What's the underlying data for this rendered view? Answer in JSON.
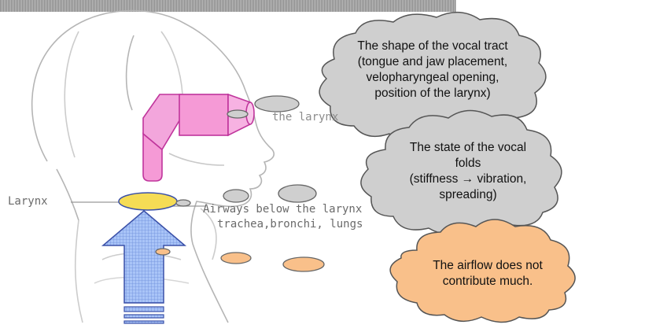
{
  "labels": {
    "larynx": "Larynx",
    "the_larynx": "the larynx",
    "airways_line1": "Airways below the larynx",
    "airways_line2": "trachea,bronchi, lungs"
  },
  "callouts": [
    {
      "lines": [
        "The shape of the vocal tract",
        "(tongue and jaw placement,",
        "velopharyngeal opening,",
        "position of the larynx)"
      ],
      "color": "#cfcfcf"
    },
    {
      "lines": [
        "The state of the vocal",
        "folds",
        "(stiffness → vibration,",
        "spreading)"
      ],
      "color": "#cfcfcf"
    },
    {
      "lines": [
        "The airflow does not",
        "contribute much."
      ],
      "color": "#f9c08a"
    }
  ],
  "colors": {
    "vocal_tract": "#f59ad6",
    "larynx_highlight": "#f5dc55",
    "airflow_arrow": "#a9c4f7",
    "gray_cloud": "#cfcfcf",
    "orange_cloud": "#f9c08a"
  }
}
